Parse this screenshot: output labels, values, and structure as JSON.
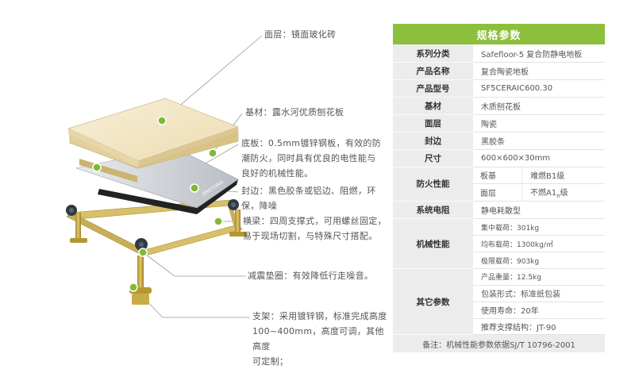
{
  "callouts": {
    "surface": "面层：镜面玻化砖",
    "substrate": "基材：露水河优质刨花板",
    "bottom": [
      "底板：0.5mm镀锌钢板，有效的防",
      "潮防火，同时具有优良的电性能与",
      "良好的机械性能。"
    ],
    "edge": [
      "封边：黑色胶条或铝边、阻燃，环",
      "保，降噪"
    ],
    "beam": [
      "横梁：四周支撑式，可用螺丝固定，",
      "易于现场切割，与特殊尺寸搭配。"
    ],
    "pad": "减震垫圈：有效降低行走噪音。",
    "pedestal": [
      "支架：采用镀锌钢，标准完成高度",
      "100~400mm，高度可调，其他高度",
      "可定制；"
    ],
    "brand_stamp": "JINGTONG"
  },
  "spec": {
    "title": "规格参数",
    "rows": [
      {
        "k": "系列分类",
        "v": "Safefloor-5 复合防静电地板"
      },
      {
        "k": "产品名称",
        "v": "复合陶瓷地板"
      },
      {
        "k": "产品型号",
        "v": "SF5CERAIC600.30"
      },
      {
        "k": "基材",
        "v": "木质刨花板"
      },
      {
        "k": "面层",
        "v": "陶瓷"
      },
      {
        "k": "封边",
        "v": "黑胶条"
      },
      {
        "k": "尺寸",
        "v": "600×600×30mm"
      }
    ],
    "fire": {
      "k": "防火性能",
      "r1": [
        "板基",
        "难燃B1级"
      ],
      "r2": [
        "面层",
        "不燃A1",
        "n",
        "级"
      ]
    },
    "resistance": {
      "k": "系统电阻",
      "v": "静电耗散型"
    },
    "mech": {
      "k": "机械性能",
      "items": [
        "集中载荷：301kg",
        "均布载荷：1300kg/㎡",
        "极限载荷：903kg"
      ]
    },
    "other": {
      "k": "其它参数",
      "items": [
        "产品重量：12.5kg",
        "包装形式：标准纸包装",
        "使用寿命：20年",
        "推荐支撑结构：JT-90"
      ]
    },
    "note": "备注：机械性能参数依据SJ/T 10796-2001"
  },
  "colors": {
    "accent": "#8cbf3b",
    "label_bg": "#ececec",
    "tile": "#f2e6c6",
    "metal": "#c7a64a"
  }
}
